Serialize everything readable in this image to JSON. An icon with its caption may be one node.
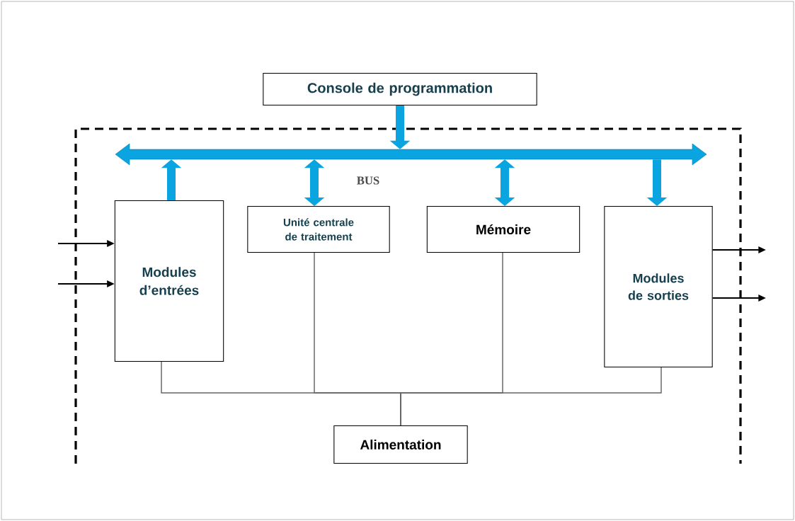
{
  "diagram": {
    "nodes": [
      {
        "text": [
          "Console de programmation"
        ]
      },
      {
        "text": [
          "Modules d’entrées"
        ]
      },
      {
        "text": [
          "Unité centrale de traitement"
        ]
      },
      {
        "text": [
          "Mémoire"
        ]
      },
      {
        "text": [
          "Modules de sorties"
        ]
      },
      {
        "text": [
          "Alimentation"
        ]
      },
      {
        "text": [],
        "shape": "bar",
        "beside": [
          "BUS"
        ]
      }
    ],
    "edges": [
      {
        "from": 0,
        "to": 6,
        "arrow": "to",
        "style": "thick",
        "color": "#0aa5e0"
      },
      {
        "from": 1,
        "to": 6,
        "arrow": "to",
        "style": "thick",
        "color": "#0aa5e0"
      },
      {
        "from": 2,
        "to": 6,
        "arrow": "both",
        "style": "thick",
        "color": "#0aa5e0"
      },
      {
        "from": 3,
        "to": 6,
        "arrow": "both",
        "style": "thick",
        "color": "#0aa5e0"
      },
      {
        "from": 6,
        "to": 4,
        "arrow": "to",
        "style": "thick",
        "color": "#0aa5e0"
      },
      {
        "from": 5,
        "to": 1,
        "arrow": "none",
        "color": "#666666"
      },
      {
        "from": 5,
        "to": 2,
        "arrow": "none",
        "color": "#666666"
      },
      {
        "from": 5,
        "to": 3,
        "arrow": "none",
        "color": "#666666"
      },
      {
        "from": 5,
        "to": 4,
        "arrow": "none",
        "color": "#666666"
      },
      {
        "from": null,
        "to": 1,
        "arrow": "to",
        "color": "#000000"
      },
      {
        "from": null,
        "to": 1,
        "arrow": "to",
        "color": "#000000"
      },
      {
        "from": 4,
        "to": null,
        "arrow": "to",
        "color": "#000000"
      },
      {
        "from": 4,
        "to": null,
        "arrow": "to",
        "color": "#000000"
      }
    ]
  }
}
